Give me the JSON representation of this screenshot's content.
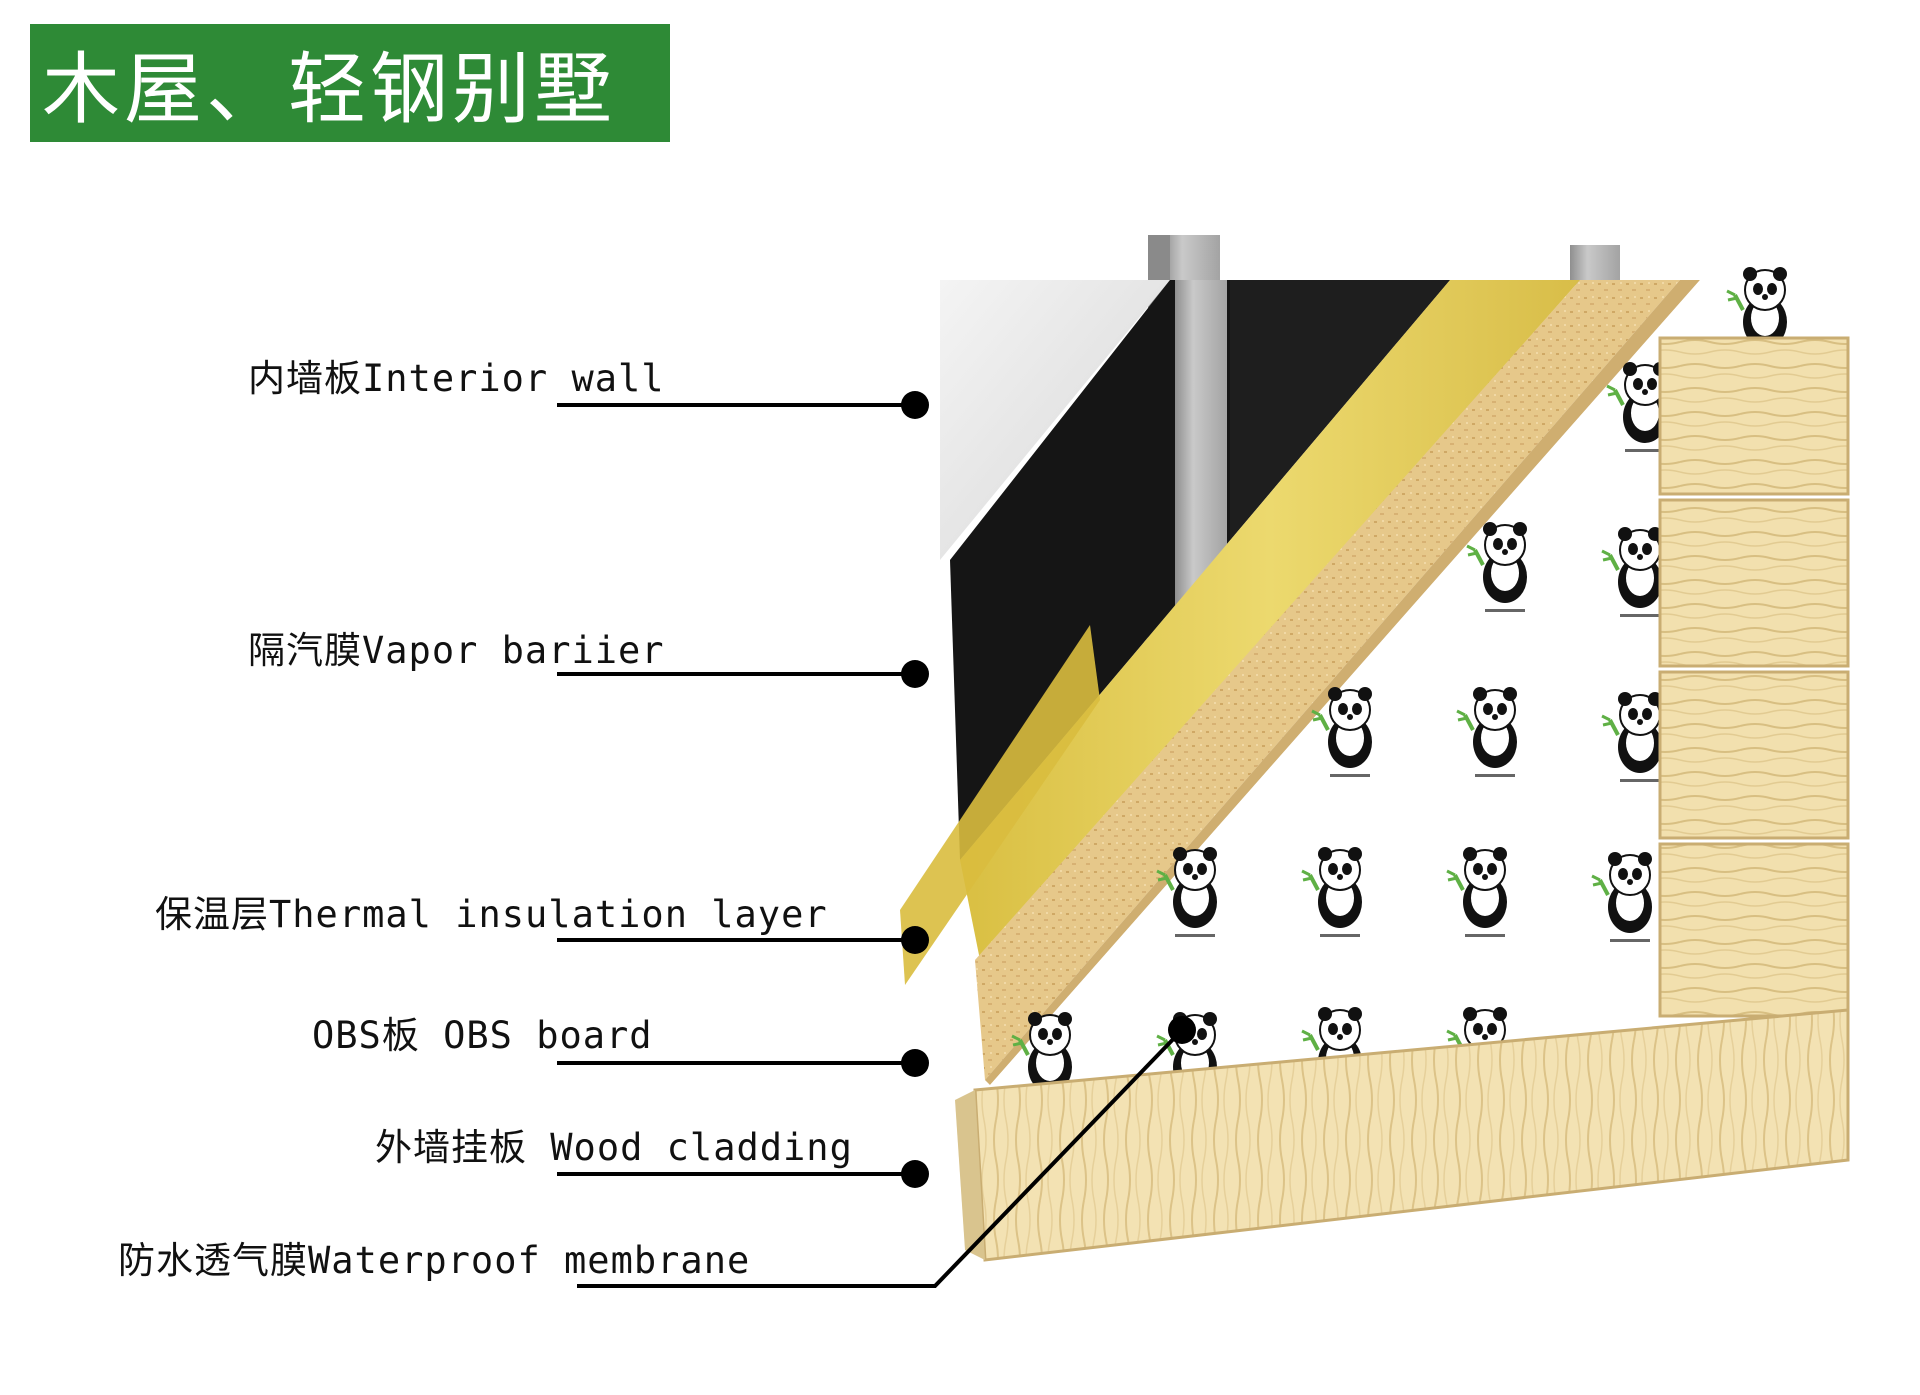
{
  "title": "木屋、轻钢别墅",
  "layers": [
    {
      "id": "interior-wall",
      "label": "内墙板Interior wall"
    },
    {
      "id": "vapor-barrier",
      "label": "隔汽膜Vapor bariier"
    },
    {
      "id": "thermal-insulation",
      "label": "保温层Thermal insulation layer"
    },
    {
      "id": "obs-board",
      "label": "OBS板 OBS board"
    },
    {
      "id": "wood-cladding",
      "label": "外墙挂板 Wood cladding"
    },
    {
      "id": "waterproof-membrane",
      "label": "防水透气膜Waterproof membrane"
    }
  ],
  "colors": {
    "banner": "#2e8a36",
    "vapor_barrier": "#151515",
    "insulation": "#e6cf5a",
    "obs": "#e8c98d",
    "wood": "#f1dfae",
    "steel": "#b5b5b5",
    "leader": "#000000"
  },
  "icons": [
    "panda-logo-icon"
  ]
}
